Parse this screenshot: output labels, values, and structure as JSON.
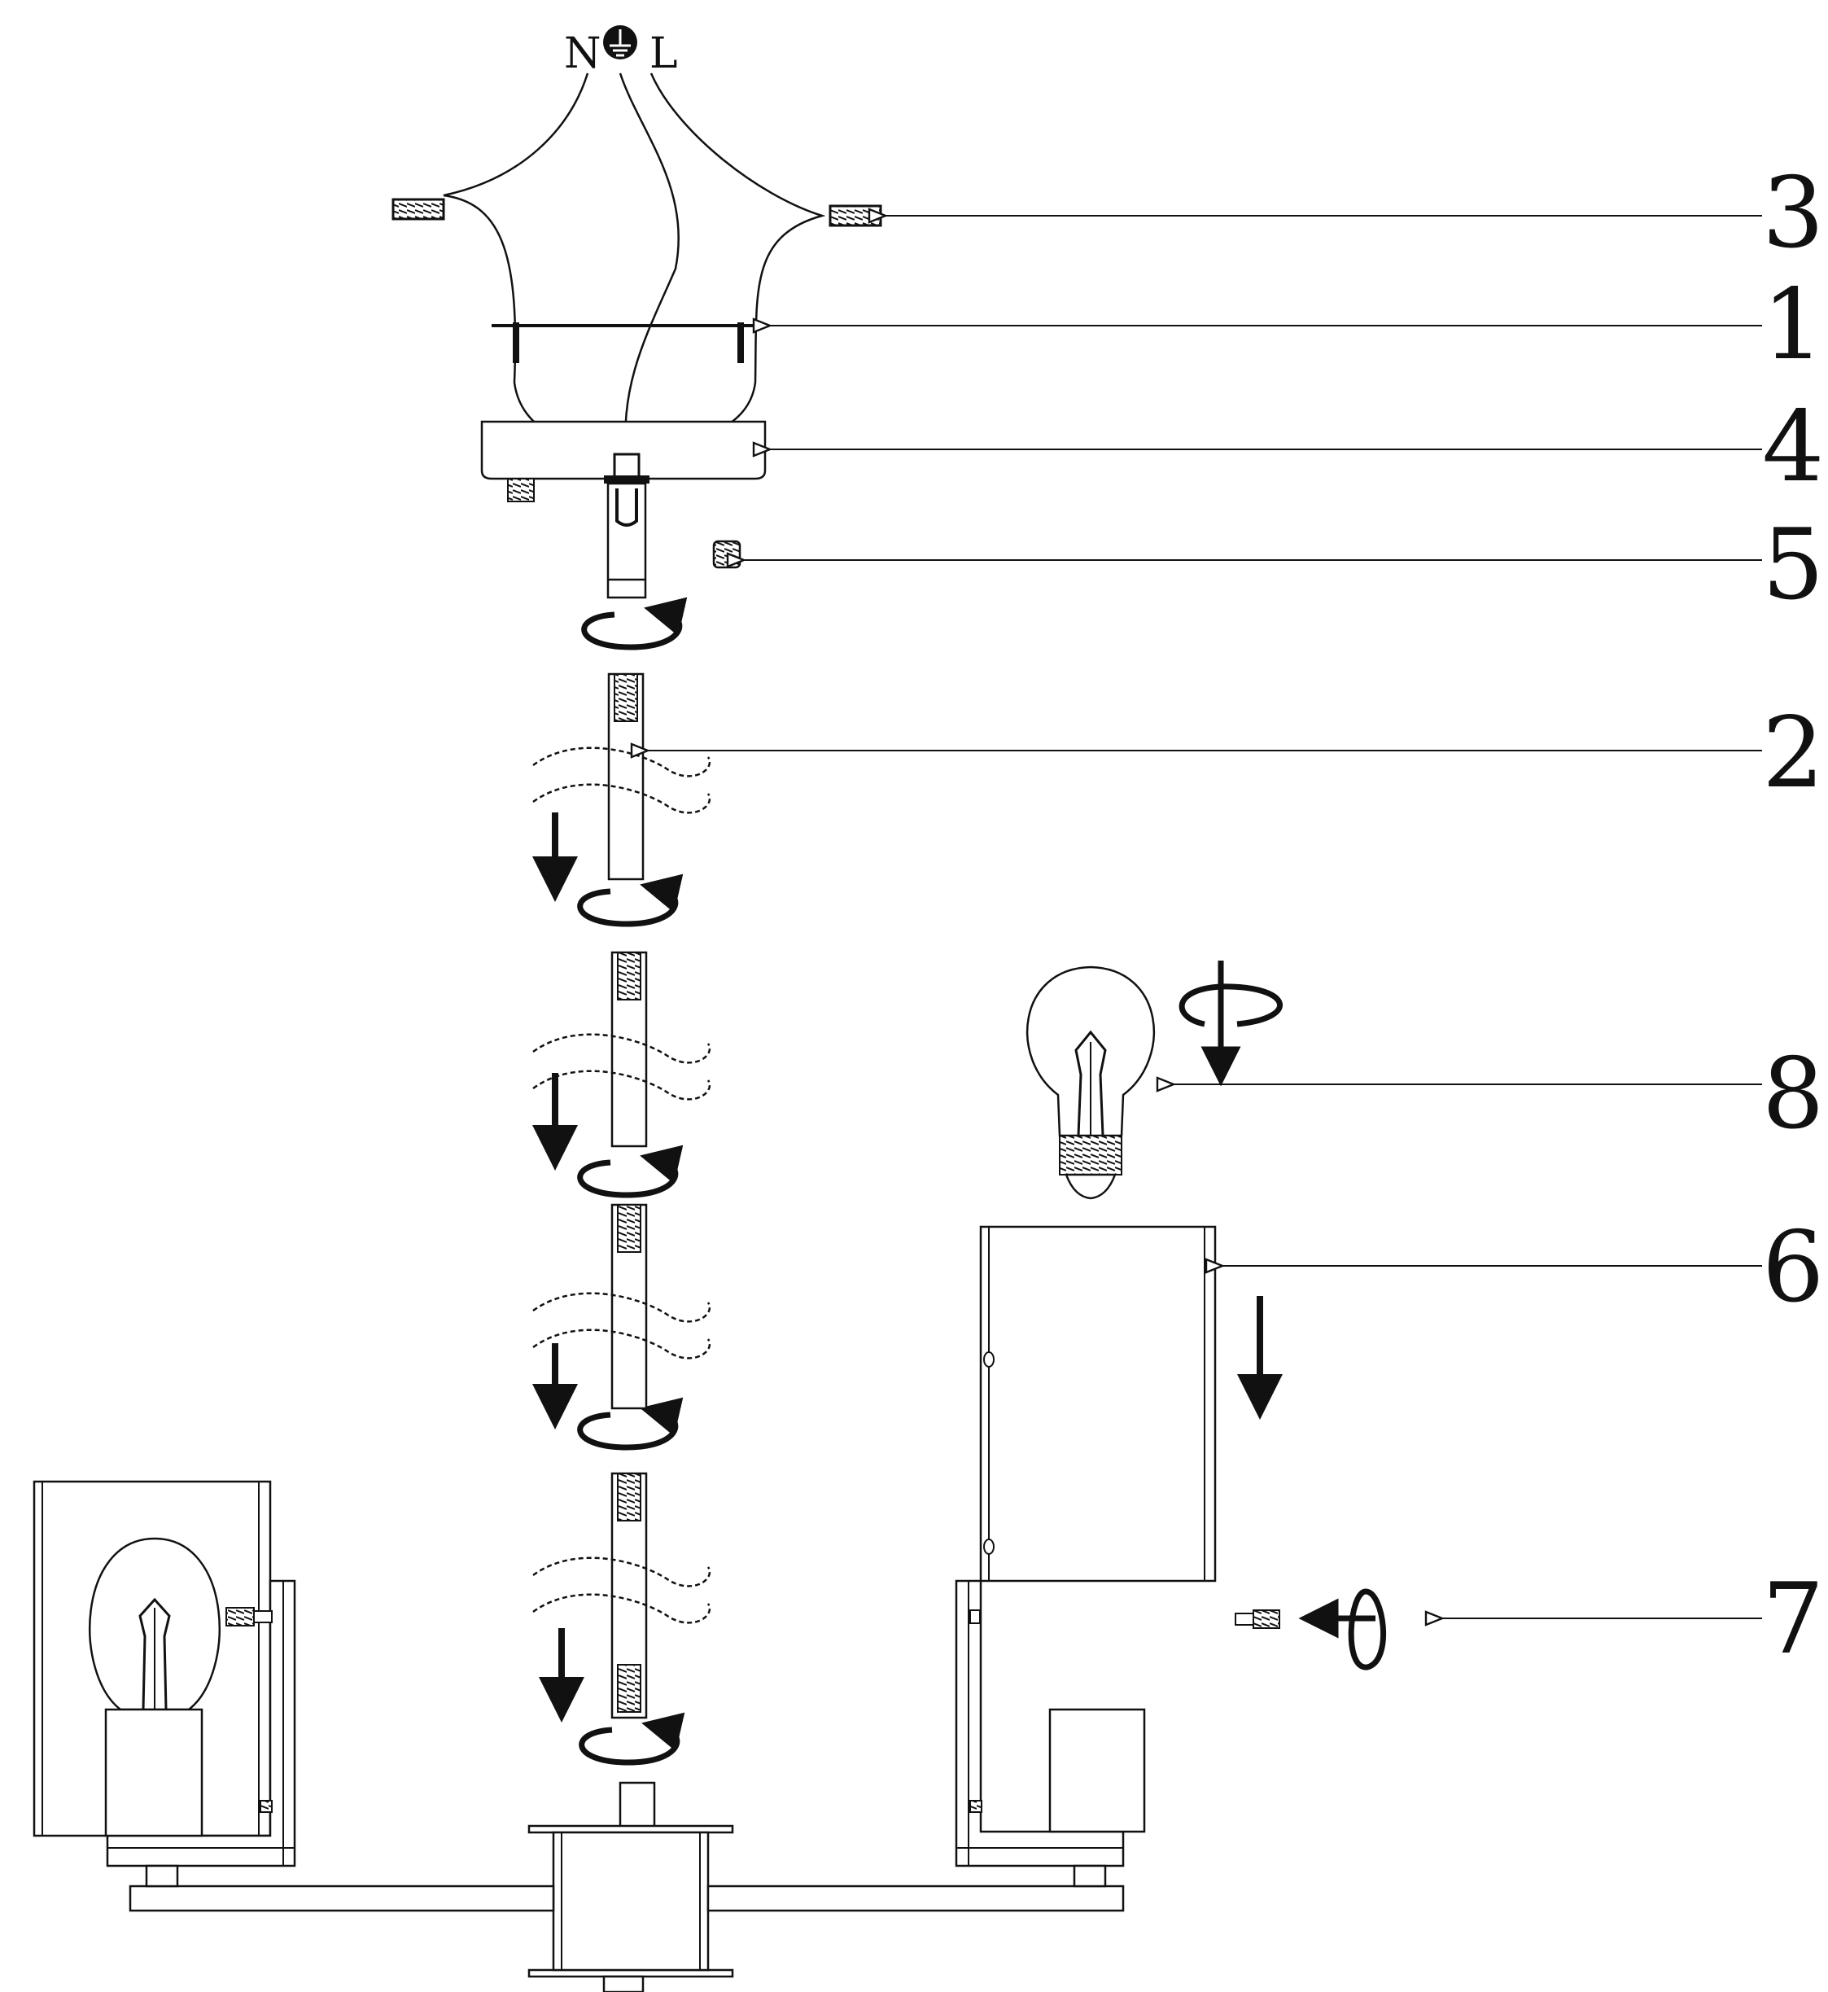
{
  "wire_labels": {
    "neutral": "N",
    "ground_icon": "earth-ground-icon",
    "live": "L"
  },
  "callouts": {
    "wire_connector": "3",
    "mounting_bracket": "1",
    "canopy": "4",
    "lock_nut": "5",
    "extension_rod": "2",
    "bulb": "8",
    "glass_shade": "6",
    "shade_screw": "7"
  },
  "colors": {
    "line": "#111111",
    "background": "#ffffff"
  }
}
